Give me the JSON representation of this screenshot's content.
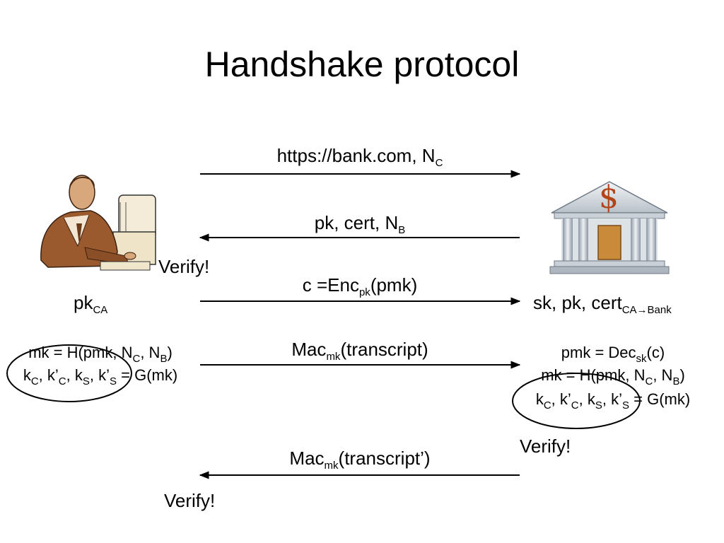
{
  "title": "Handshake protocol",
  "messages": {
    "m1": {
      "text": "https://bank.com,   N",
      "sub": "C"
    },
    "m2": {
      "text": "pk, cert, N",
      "sub": "B"
    },
    "m3": {
      "pre": "c =Enc",
      "sub": "pk",
      "post": "(pmk)"
    },
    "m4": {
      "pre": "Mac",
      "sub": "mk",
      "post": "(transcript)"
    },
    "m5": {
      "pre": "Mac",
      "sub": "mk",
      "post": "(transcript’)"
    }
  },
  "client": {
    "key": {
      "text": "pk",
      "sub": "CA"
    },
    "verify1": "Verify!",
    "verify2": "Verify!",
    "line1": {
      "a": "mk = H(pmk, N",
      "s1": "C",
      "b": ", N",
      "s2": "B",
      "c": ")"
    },
    "line2": {
      "a": "k",
      "s1": "C",
      "b": ", k’",
      "s2": "C",
      "c": ", k",
      "s3": "S",
      "d": ", k’",
      "s4": "S",
      "e": " = G(mk)"
    }
  },
  "server": {
    "key": {
      "text": "sk, pk, cert",
      "sub": "CA→Bank"
    },
    "verify": "Verify!",
    "line0": {
      "a": "pmk = Dec",
      "s1": "sk",
      "b": "(c)"
    },
    "line1": {
      "a": "mk = H(pmk, N",
      "s1": "C",
      "b": ", N",
      "s2": "B",
      "c": ")"
    },
    "line2": {
      "a": "k",
      "s1": "C",
      "b": ", k’",
      "s2": "C",
      "c": ", k",
      "s3": "S",
      "d": ", k’",
      "s4": "S",
      "e": " = G(mk)"
    },
    "bank_symbol": "$"
  },
  "icons": {
    "client": "person-at-computer-icon",
    "server": "bank-building-icon"
  }
}
